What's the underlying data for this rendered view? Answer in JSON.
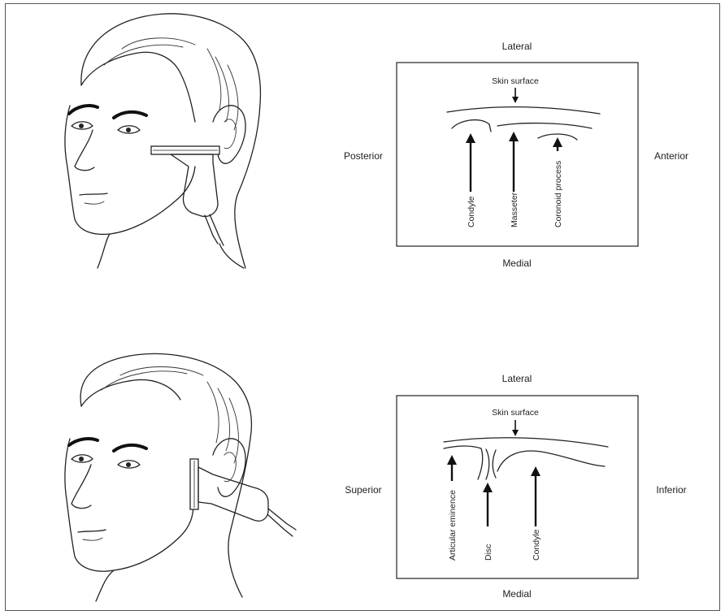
{
  "panels": [
    {
      "orientation": {
        "top": "Lateral",
        "bottom": "Medial",
        "left": "Posterior",
        "right": "Anterior"
      },
      "skin_label": "Skin surface",
      "structures": [
        "Condyle",
        "Masseter",
        "Coronoid process"
      ]
    },
    {
      "orientation": {
        "top": "Lateral",
        "bottom": "Medial",
        "left": "Superior",
        "right": "Inferior"
      },
      "skin_label": "Skin surface",
      "structures": [
        "Articular eminence",
        "Disc",
        "Condyle"
      ]
    }
  ]
}
